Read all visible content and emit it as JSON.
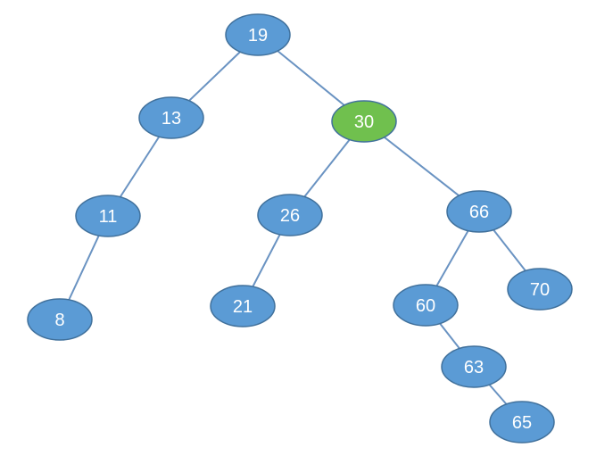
{
  "diagram": {
    "type": "binary-search-tree",
    "colors": {
      "node_fill": "#5b9bd5",
      "node_border": "#41719c",
      "highlight_fill": "#70c04e",
      "highlight_border": "#4e9a35",
      "edge": "#6a93c2",
      "label": "#ffffff"
    },
    "highlighted": "30",
    "nodes": [
      {
        "id": "19",
        "label": "19"
      },
      {
        "id": "13",
        "label": "13"
      },
      {
        "id": "30",
        "label": "30"
      },
      {
        "id": "11",
        "label": "11"
      },
      {
        "id": "8",
        "label": "8"
      },
      {
        "id": "26",
        "label": "26"
      },
      {
        "id": "21",
        "label": "21"
      },
      {
        "id": "66",
        "label": "66"
      },
      {
        "id": "60",
        "label": "60"
      },
      {
        "id": "70",
        "label": "70"
      },
      {
        "id": "63",
        "label": "63"
      },
      {
        "id": "65",
        "label": "65"
      }
    ],
    "edges": [
      [
        "19",
        "13"
      ],
      [
        "19",
        "30"
      ],
      [
        "13",
        "11"
      ],
      [
        "11",
        "8"
      ],
      [
        "30",
        "26"
      ],
      [
        "30",
        "66"
      ],
      [
        "26",
        "21"
      ],
      [
        "66",
        "60"
      ],
      [
        "66",
        "70"
      ],
      [
        "60",
        "63"
      ],
      [
        "63",
        "65"
      ]
    ]
  }
}
